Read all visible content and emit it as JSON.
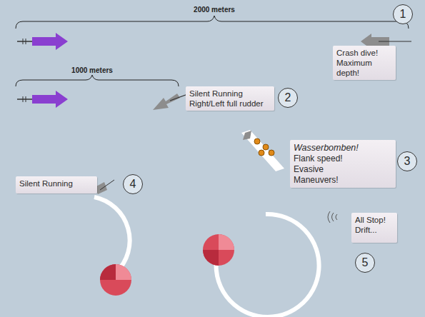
{
  "diagram": {
    "nodes": [
      {
        "text": [
          "1"
        ]
      },
      {
        "text": [
          "Crash dive! Maximum depth!"
        ]
      },
      {
        "text": [
          "Silent Running Right/Left full rudder"
        ]
      },
      {
        "text": [
          "2"
        ]
      },
      {
        "text": [
          "Wasserbomben!",
          "Flank speed! Evasive Maneuvers!"
        ]
      },
      {
        "text": [
          "3"
        ]
      },
      {
        "text": [
          "Silent Running"
        ]
      },
      {
        "text": [
          "4"
        ]
      },
      {
        "text": [
          "All Stop! Drift..."
        ]
      },
      {
        "text": [
          "5"
        ]
      }
    ],
    "labels": [
      "2000 meters",
      "1000 meters"
    ]
  }
}
